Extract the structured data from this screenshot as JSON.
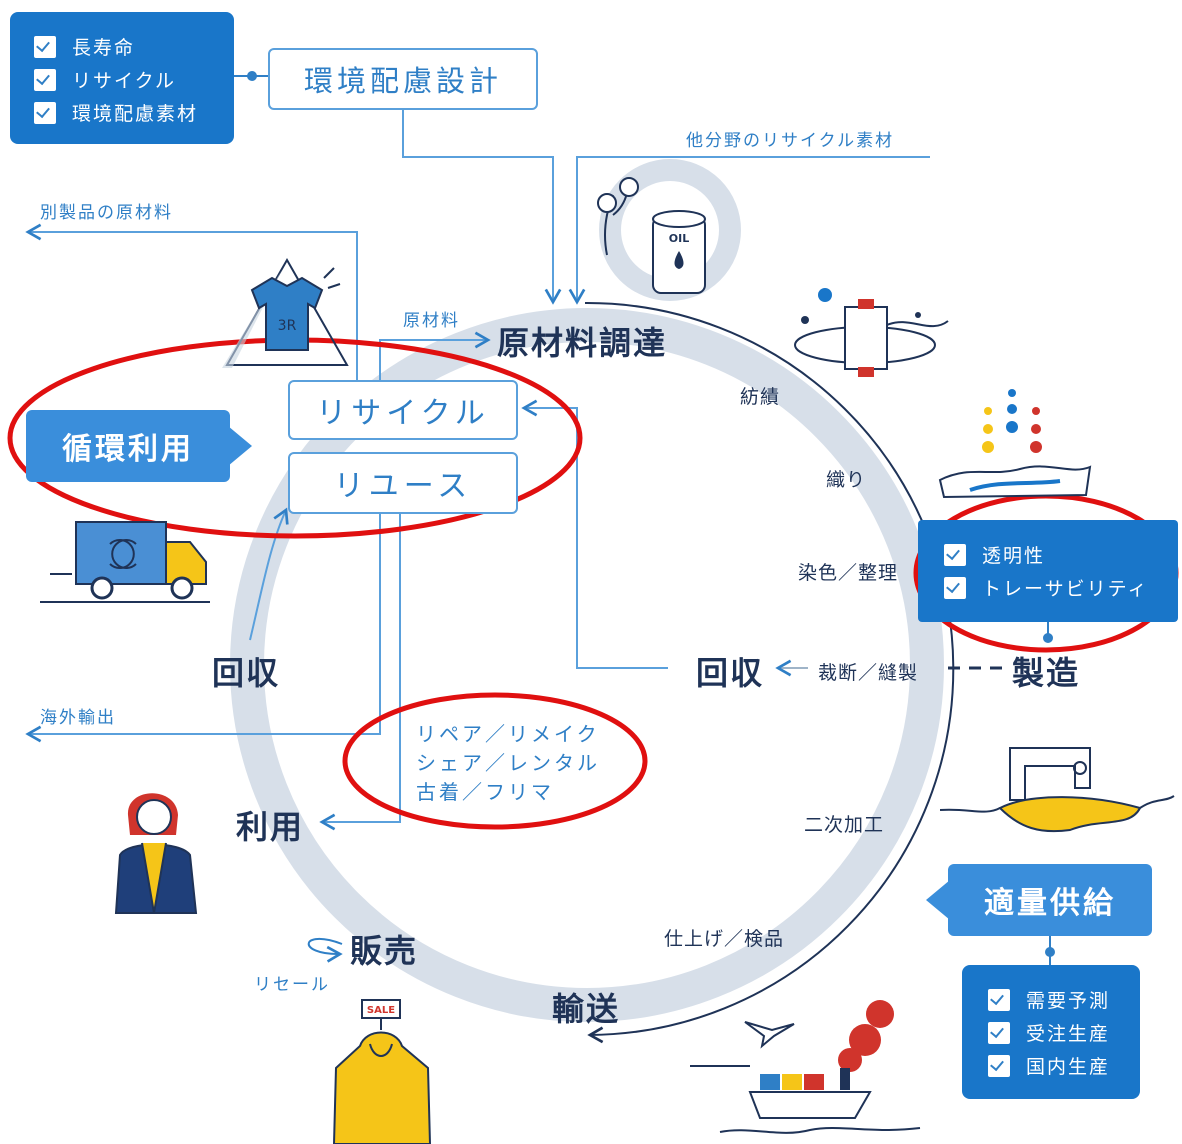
{
  "design_panel": {
    "items": [
      "長寿命",
      "リサイクル",
      "環境配慮素材"
    ],
    "title": "環境配慮設計"
  },
  "other_recycled": "他分野のリサイクル素材",
  "other_product_material": "別製品の原材料",
  "raw_material_small": "原材料",
  "procurement": "原材料調達",
  "recycle_box": "リサイクル",
  "reuse_box": "リユース",
  "circular_use": "循環利用",
  "process": {
    "spinning": "紡績",
    "weaving": "織り",
    "dyeing": "染色／整理",
    "cutting": "裁断／縫製",
    "secondary": "二次加工",
    "finishing": "仕上げ／検品"
  },
  "transparency_panel": {
    "items": [
      "透明性",
      "トレーサビリティ"
    ]
  },
  "manufacturing": "製造",
  "collect_inner": "回収",
  "collect_outer": "回収",
  "export": "海外輸出",
  "reuse_options": [
    "リペア／リメイク",
    "シェア／レンタル",
    "古着／フリマ"
  ],
  "use": "利用",
  "sales": "販売",
  "resale": "リセール",
  "transport": "輸送",
  "supply_callout": "適量供給",
  "supply_panel": {
    "items": [
      "需要予測",
      "受注生産",
      "国内生産"
    ]
  },
  "icons": {
    "tshirt_label": "3R",
    "oil_label": "OIL",
    "sale_tag": "SALE"
  },
  "colors": {
    "primary_blue": "#1976c9",
    "line_blue": "#5aa0dc",
    "ring_gray": "#d7dfe9",
    "highlight_red": "#e01010",
    "accent_yellow": "#f5c518"
  }
}
